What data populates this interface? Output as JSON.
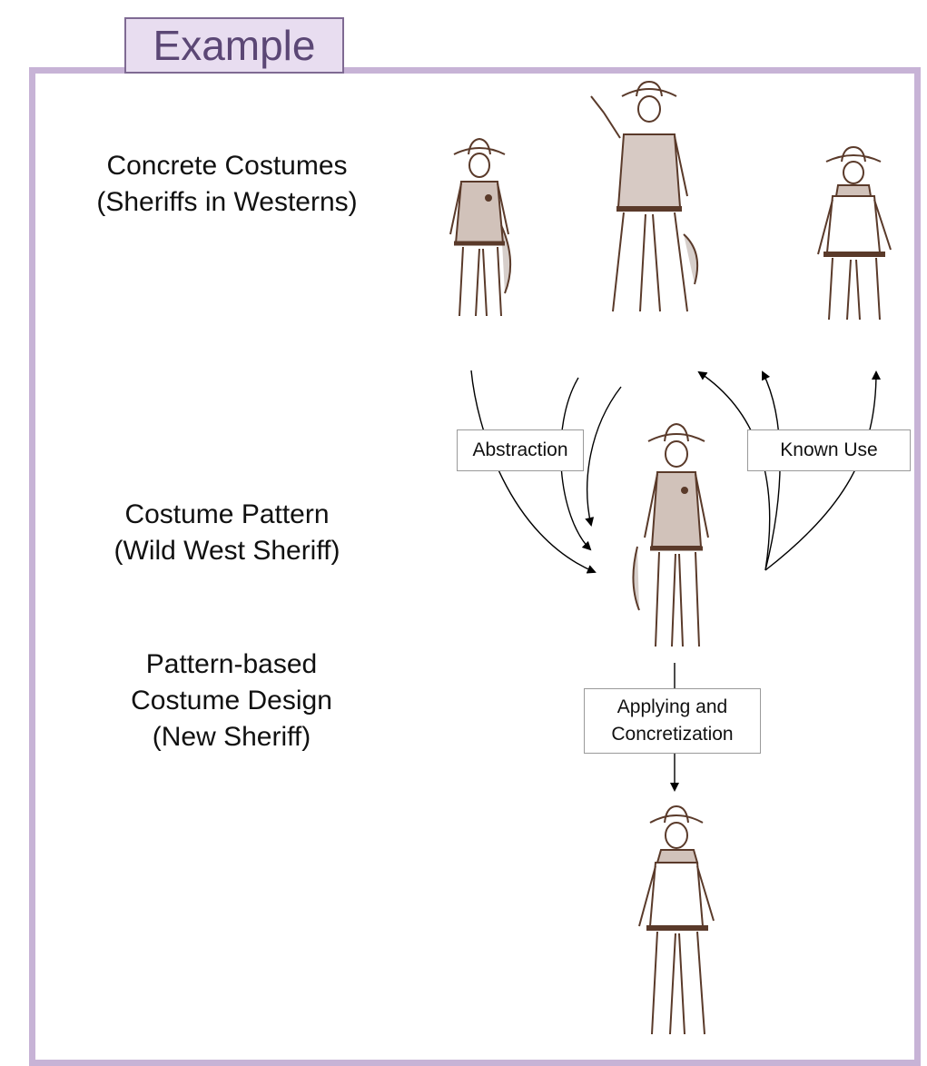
{
  "title": "Example",
  "rows": {
    "concrete": "Concrete Costumes\n(Sheriffs in Westerns)",
    "pattern": "Costume Pattern\n(Wild West Sheriff)",
    "design": "Pattern-based\nCostume Design\n(New Sheriff)"
  },
  "relations": {
    "abstraction": "Abstraction",
    "known_use": "Known Use",
    "applying": "Applying and\nConcretization"
  },
  "colors": {
    "frame": "#c7b3d6",
    "title_fill": "#e8ddf0",
    "title_text": "#5b4775",
    "sketch": "#5a3a2a"
  }
}
